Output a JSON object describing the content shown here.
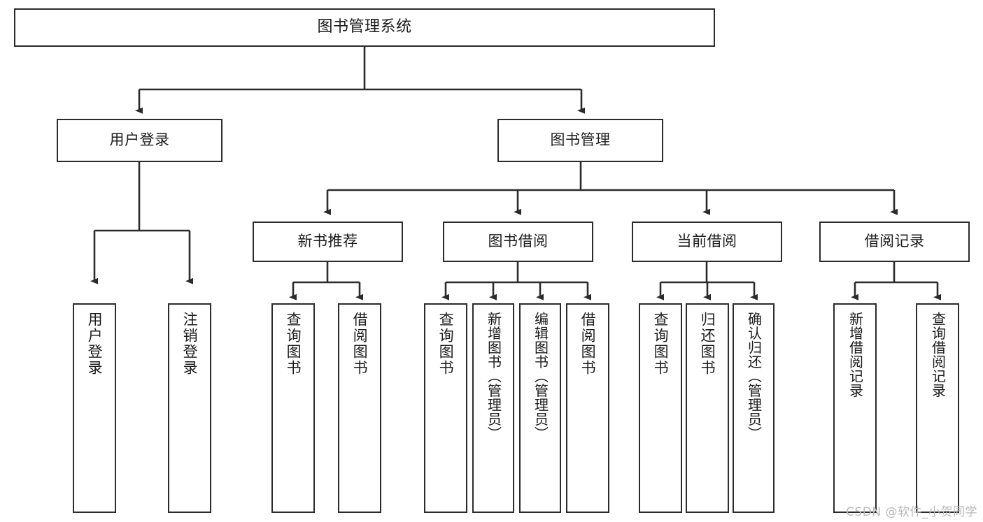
{
  "diagram": {
    "type": "tree-hierarchy",
    "title": "图书管理系统",
    "root": {
      "label": "图书管理系统"
    },
    "level2": [
      {
        "label": "用户登录"
      },
      {
        "label": "图书管理"
      }
    ],
    "level3": [
      {
        "label": "新书推荐"
      },
      {
        "label": "图书借阅"
      },
      {
        "label": "当前借阅"
      },
      {
        "label": "借阅记录"
      }
    ],
    "leaves": {
      "user_login": [
        {
          "label": "用户登录"
        },
        {
          "label": "注销登录"
        }
      ],
      "new_book_recommend": [
        {
          "label": "查询图书"
        },
        {
          "label": "借阅图书"
        }
      ],
      "book_borrow": [
        {
          "label": "查询图书"
        },
        {
          "label": "新增图书（管理员）"
        },
        {
          "label": "编辑图书（管理员）"
        },
        {
          "label": "借阅图书"
        }
      ],
      "current_borrow": [
        {
          "label": "查询图书"
        },
        {
          "label": "归还图书"
        },
        {
          "label": "确认归还（管理员）"
        }
      ],
      "borrow_record": [
        {
          "label": "新增借阅记录"
        },
        {
          "label": "查询借阅记录"
        }
      ]
    }
  },
  "watermark": {
    "text": "CSDN @软件_小贺同学"
  },
  "colors": {
    "stroke": "#2b2b2b",
    "fill": "#ffffff",
    "text": "#1c1c1c",
    "watermark": "#b9b9b9"
  }
}
